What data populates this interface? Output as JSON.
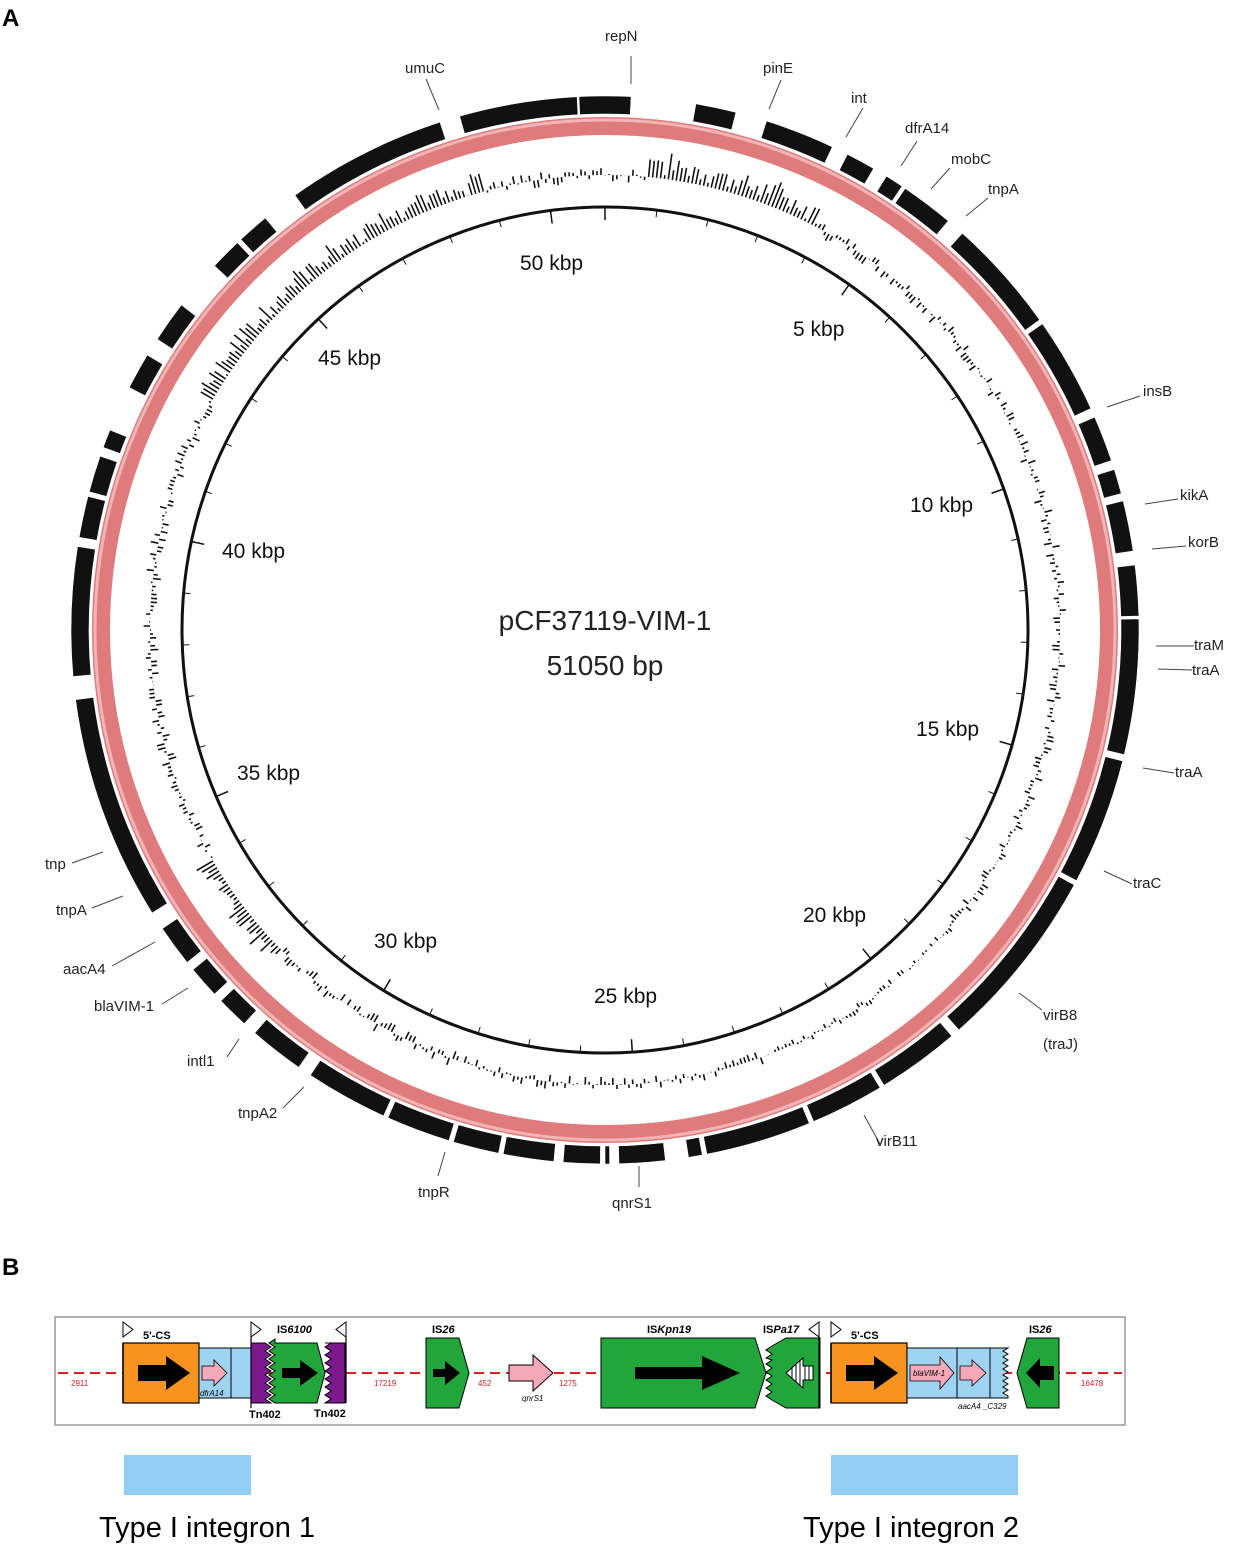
{
  "panel_a": {
    "label": "A",
    "plasmid_name": "pCF37119-VIM-1",
    "plasmid_size": "51050 bp",
    "kbp_ticks": [
      "5 kbp",
      "10 kbp",
      "15 kbp",
      "20 kbp",
      "25 kbp",
      "30 kbp",
      "35 kbp",
      "40 kbp",
      "45 kbp",
      "50 kbp"
    ],
    "genes": [
      {
        "name": "repN"
      },
      {
        "name": "pinE"
      },
      {
        "name": "int"
      },
      {
        "name": "dfrA14"
      },
      {
        "name": "mobC"
      },
      {
        "name": "tnpA"
      },
      {
        "name": "insB"
      },
      {
        "name": "kikA"
      },
      {
        "name": "korB"
      },
      {
        "name": "traM"
      },
      {
        "name": "traA"
      },
      {
        "name": "traA"
      },
      {
        "name": "traC"
      },
      {
        "name": "virB8"
      },
      {
        "name": "(traJ)"
      },
      {
        "name": "virB11"
      },
      {
        "name": "qnrS1"
      },
      {
        "name": "tnpR"
      },
      {
        "name": "tnpA2"
      },
      {
        "name": "intl1"
      },
      {
        "name": "blaVIM-1"
      },
      {
        "name": "aacA4"
      },
      {
        "name": "tnpA"
      },
      {
        "name": "tnp"
      },
      {
        "name": "umuC"
      }
    ],
    "colors": {
      "ring": "#e07b7b",
      "ring_edge": "#f2b5b5",
      "features": "#111111"
    }
  },
  "panel_b": {
    "label": "B",
    "elements": {
      "cs1": "5'-CS",
      "cs2": "5'-CS",
      "is6100_prefix": "IS",
      "is6100_num": "6100",
      "is26a_prefix": "IS",
      "is26a_num": "26",
      "iskpn19_prefix": "IS",
      "iskpn19_name": "Kpn19",
      "ispa17_prefix": "IS",
      "ispa17_name": "Pa17",
      "is26b_prefix": "IS",
      "is26b_num": "26",
      "tn402a": "Tn402",
      "tn402b": "Tn402",
      "dfrA14": "dfrA14",
      "qnrS1": "qnrS1",
      "blaVIM1": "blaVIM-1",
      "aacA4": "aacA4 _C329"
    },
    "positions": [
      "2911",
      "17219",
      "452",
      "1275",
      "16478"
    ],
    "integrons": [
      "Type I integron 1",
      "Type I integron 2"
    ],
    "colors": {
      "orange": "#f7931e",
      "green": "#22a63c",
      "purple": "#7b1a8c",
      "blue": "#9fd3f2",
      "pink": "#f5a9b8",
      "band": "#92cdf5",
      "dash": "#e0201e"
    }
  }
}
